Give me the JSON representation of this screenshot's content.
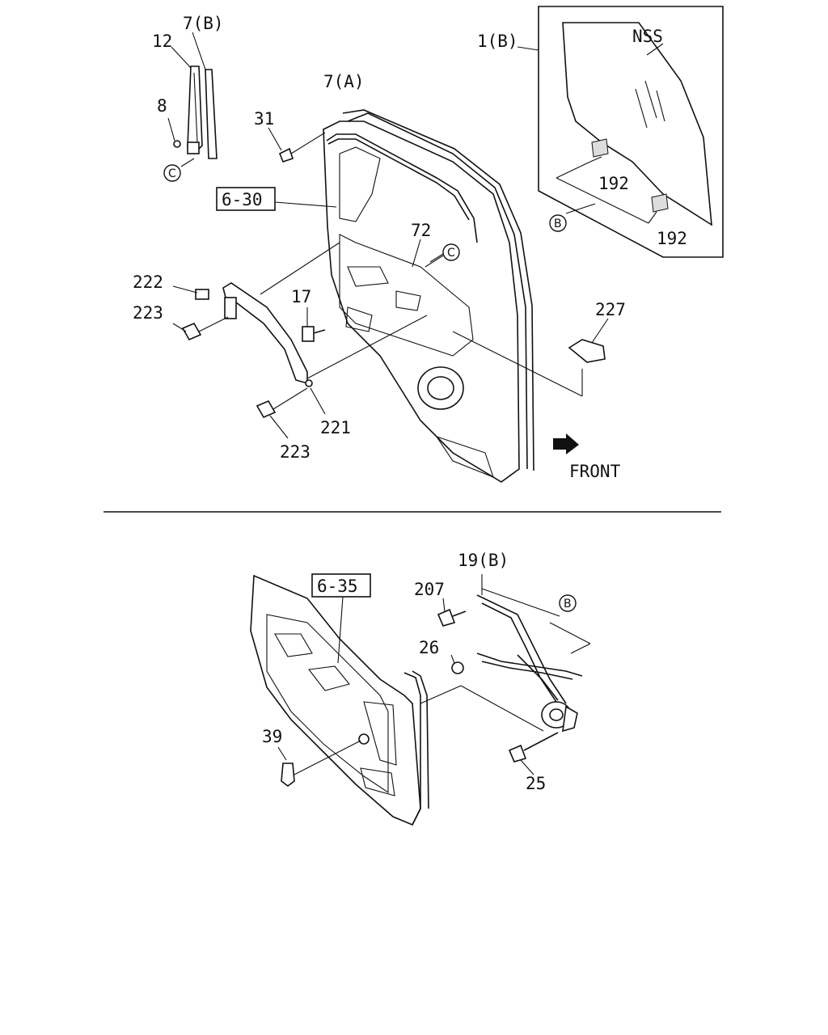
{
  "callouts": {
    "p12": "12",
    "p7b": "7(B)",
    "p8": "8",
    "p31": "31",
    "p7a": "7(A)",
    "p1b": "1(B)",
    "nss": "NSS",
    "p192a": "192",
    "p192b": "192",
    "p630": "6-30",
    "p72": "72",
    "p222": "222",
    "p223a": "223",
    "p17": "17",
    "p227": "227",
    "p221": "221",
    "p223b": "223",
    "front": "FRONT",
    "p19b": "19(B)",
    "p207": "207",
    "p635": "6-35",
    "p26": "26",
    "p39": "39",
    "p25": "25"
  },
  "refs": {
    "c1": "C",
    "c2": "C",
    "b1": "B",
    "b2": "B"
  }
}
